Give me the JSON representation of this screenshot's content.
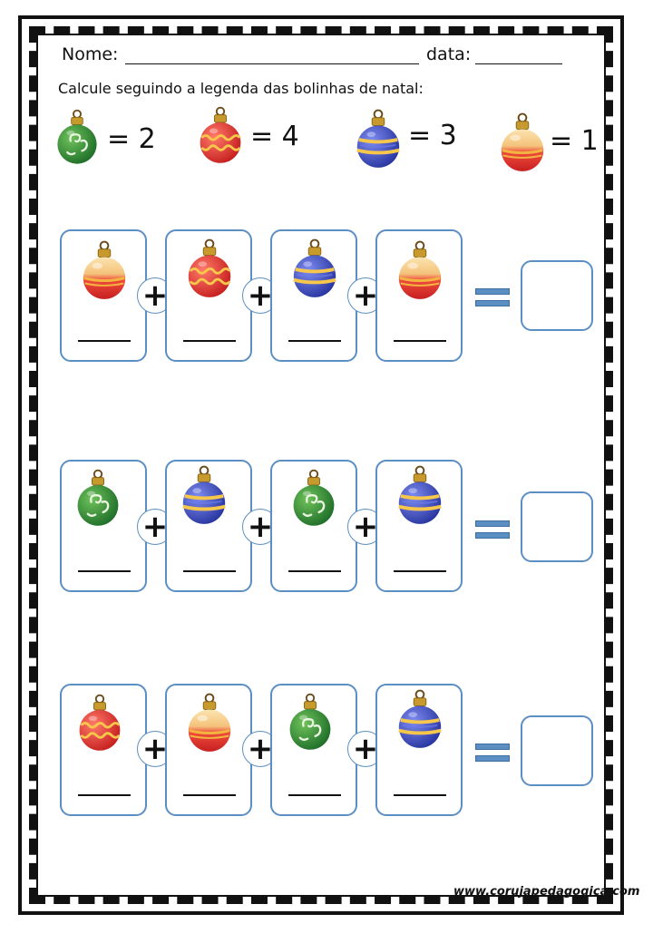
{
  "header": {
    "name_label": "Nome:",
    "date_label": "data:"
  },
  "instruction": "Calcule seguindo a legenda das bolinhas de natal:",
  "legend": [
    {
      "ornament": "green-swirl",
      "value": "= 2"
    },
    {
      "ornament": "red-wavy",
      "value": "= 4"
    },
    {
      "ornament": "blue-striped",
      "value": "= 3"
    },
    {
      "ornament": "red-gold",
      "value": "= 1"
    }
  ],
  "exercises": [
    {
      "ornaments": [
        "red-gold",
        "red-wavy",
        "blue-striped",
        "red-gold"
      ]
    },
    {
      "ornaments": [
        "green-swirl",
        "blue-striped",
        "green-swirl",
        "blue-striped"
      ]
    },
    {
      "ornaments": [
        "red-wavy",
        "red-gold",
        "green-swirl",
        "blue-striped"
      ]
    }
  ],
  "operator_plus": "+",
  "footer": {
    "website": "www.corujapedagogica.com"
  },
  "colors": {
    "card_border": "#5b8fc4",
    "green": "#2f8a32",
    "red": "#e53935",
    "blue": "#3a4fc8",
    "gold": "#f2c14e"
  }
}
